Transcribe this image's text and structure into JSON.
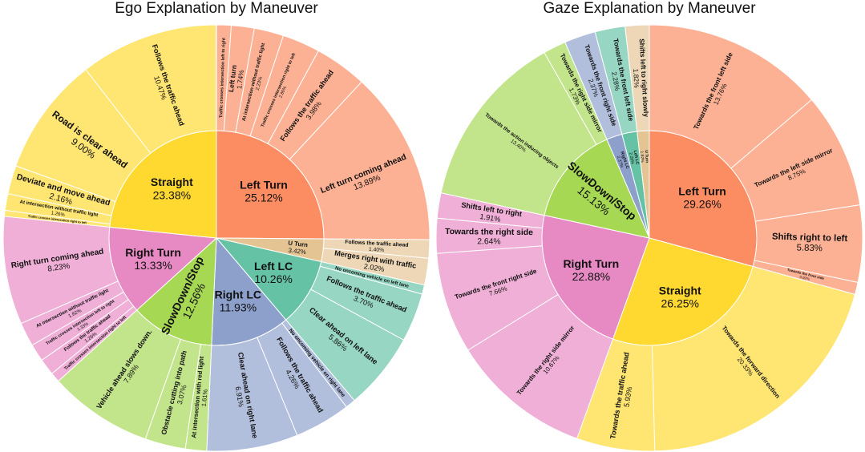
{
  "chart_data": [
    {
      "type": "sunburst",
      "title": "Ego Explanation by Maneuver",
      "unit": "%",
      "categories": [
        {
          "name": "Left Turn",
          "value": 25.12,
          "color": "#fc8d62",
          "children": [
            {
              "name": "Traffic crosses intersection left to right",
              "value": 1.11,
              "label": ""
            },
            {
              "name": "Left turn",
              "value": 1.74,
              "label": "1.74%"
            },
            {
              "name": "At intersection without traffic light",
              "value": 2.23,
              "label": "2.23%"
            },
            {
              "name": "Traffic crosses intersection right to left",
              "value": 2.86,
              "label": "2.86%"
            },
            {
              "name": "Follows the traffic ahead",
              "value": 3.98,
              "label": "3.98%"
            },
            {
              "name": "Left turn coming ahead",
              "value": 13.89,
              "label": "13.89%"
            }
          ]
        },
        {
          "name": "U Turn",
          "value": 3.42,
          "color": "#e5c494",
          "children": [
            {
              "name": "Follows the traffic ahead",
              "value": 1.4,
              "label": "1.40%"
            },
            {
              "name": "Merges right with traffic",
              "value": 2.02,
              "label": "2.02%"
            }
          ]
        },
        {
          "name": "Left LC",
          "value": 10.26,
          "color": "#66c2a5",
          "children": [
            {
              "name": "No oncoming vehicle on left lane",
              "value": 0.7,
              "label": ""
            },
            {
              "name": "Follows the traffic ahead",
              "value": 3.7,
              "label": "3.70%"
            },
            {
              "name": "Clear ahead on left lane",
              "value": 5.86,
              "label": "5.86%"
            }
          ]
        },
        {
          "name": "Right LC",
          "value": 11.93,
          "color": "#8da0cb",
          "children": [
            {
              "name": "No oncoming vehicle on right lane",
              "value": 0.76,
              "label": ""
            },
            {
              "name": "Follows the traffic ahead",
              "value": 4.26,
              "label": "4.26%"
            },
            {
              "name": "Clear ahead on right lane",
              "value": 6.91,
              "label": "6.91%"
            }
          ]
        },
        {
          "name": "SlowDown/Stop",
          "value": 12.56,
          "color": "#a6d854",
          "children": [
            {
              "name": "At intersection with red light",
              "value": 1.61,
              "label": "1.61%"
            },
            {
              "name": "Obstacle cutting into path",
              "value": 3.07,
              "label": "3.07%"
            },
            {
              "name": "Vehicle ahead slows down.",
              "value": 7.89,
              "label": "7.89%"
            }
          ]
        },
        {
          "name": "Right Turn",
          "value": 13.33,
          "color": "#e78ac3",
          "children": [
            {
              "name": "Traffic crosses intersection right to left",
              "value": 0.74,
              "label": ""
            },
            {
              "name": "Follows the traffic ahead",
              "value": 1.26,
              "label": "1.26%"
            },
            {
              "name": "Traffic crosses intersection left to right",
              "value": 1.33,
              "label": "1.33%"
            },
            {
              "name": "At intersection without traffic light",
              "value": 1.82,
              "label": "1.82%"
            },
            {
              "name": "Right turn coming ahead",
              "value": 8.23,
              "label": "8.23%"
            }
          ]
        },
        {
          "name": "Straight",
          "value": 23.38,
          "color": "#ffd92f",
          "children": [
            {
              "name": "Traffic crosses intersection right to left",
              "value": 0.46,
              "label": ""
            },
            {
              "name": "At intersection without traffic light",
              "value": 1.26,
              "label": "1.26%"
            },
            {
              "name": "Deviate and move ahead",
              "value": 2.16,
              "label": "2.16%"
            },
            {
              "name": "Road is clear ahead",
              "value": 9.0,
              "label": "9.00%"
            },
            {
              "name": "Follows the traffic ahead",
              "value": 10.47,
              "label": "10.47%"
            }
          ]
        }
      ]
    },
    {
      "type": "sunburst",
      "title": "Gaze Explanation by Maneuver",
      "unit": "%",
      "categories": [
        {
          "name": "Left Turn",
          "value": 29.26,
          "color": "#fc8d62",
          "children": [
            {
              "name": "Towards the front left side",
              "value": 13.76,
              "label": "13.76%"
            },
            {
              "name": "Towards the left side mirror",
              "value": 8.75,
              "label": "8.75%"
            },
            {
              "name": "Shifts right to left",
              "value": 5.83,
              "label": "5.83%"
            },
            {
              "name": "Towards the front side",
              "value": 0.92,
              "label": "0.92%"
            }
          ]
        },
        {
          "name": "Straight",
          "value": 26.25,
          "color": "#ffd92f",
          "children": [
            {
              "name": "Towards the forward direction",
              "value": 20.33,
              "label": "20.33%"
            },
            {
              "name": "Towards the traffic ahead",
              "value": 5.93,
              "label": "5.93%"
            }
          ]
        },
        {
          "name": "Right Turn",
          "value": 22.88,
          "color": "#e78ac3",
          "children": [
            {
              "name": "Towards the right side mirror",
              "value": 10.67,
              "label": "10.67%"
            },
            {
              "name": "Towards the front right side",
              "value": 7.66,
              "label": "7.66%"
            },
            {
              "name": "Towards the right side",
              "value": 2.64,
              "label": "2.64%"
            },
            {
              "name": "Shifts left to right",
              "value": 1.91,
              "label": "1.91%"
            }
          ]
        },
        {
          "name": "SlowDown/Stop",
          "value": 15.13,
          "color": "#a6d854",
          "children": [
            {
              "name": "Towards the action inducing objects",
              "value": 13.4,
              "label": "13.40%"
            },
            {
              "name": "Towards the right side mirror",
              "value": 1.73,
              "label": "1.73%"
            }
          ]
        },
        {
          "name": "Right LC",
          "value": 2.37,
          "color": "#8da0cb",
          "children": [
            {
              "name": "Towards the front right side",
              "value": 2.37,
              "label": "2.37%"
            }
          ]
        },
        {
          "name": "Left LC",
          "value": 2.28,
          "color": "#66c2a5",
          "children": [
            {
              "name": "Towards the front left side",
              "value": 2.28,
              "label": "2.28%"
            }
          ]
        },
        {
          "name": "U Turn",
          "value": 1.82,
          "color": "#e5c494",
          "children": [
            {
              "name": "Shifts left to right slowly",
              "value": 1.82,
              "label": "1.82%"
            }
          ]
        }
      ]
    }
  ]
}
